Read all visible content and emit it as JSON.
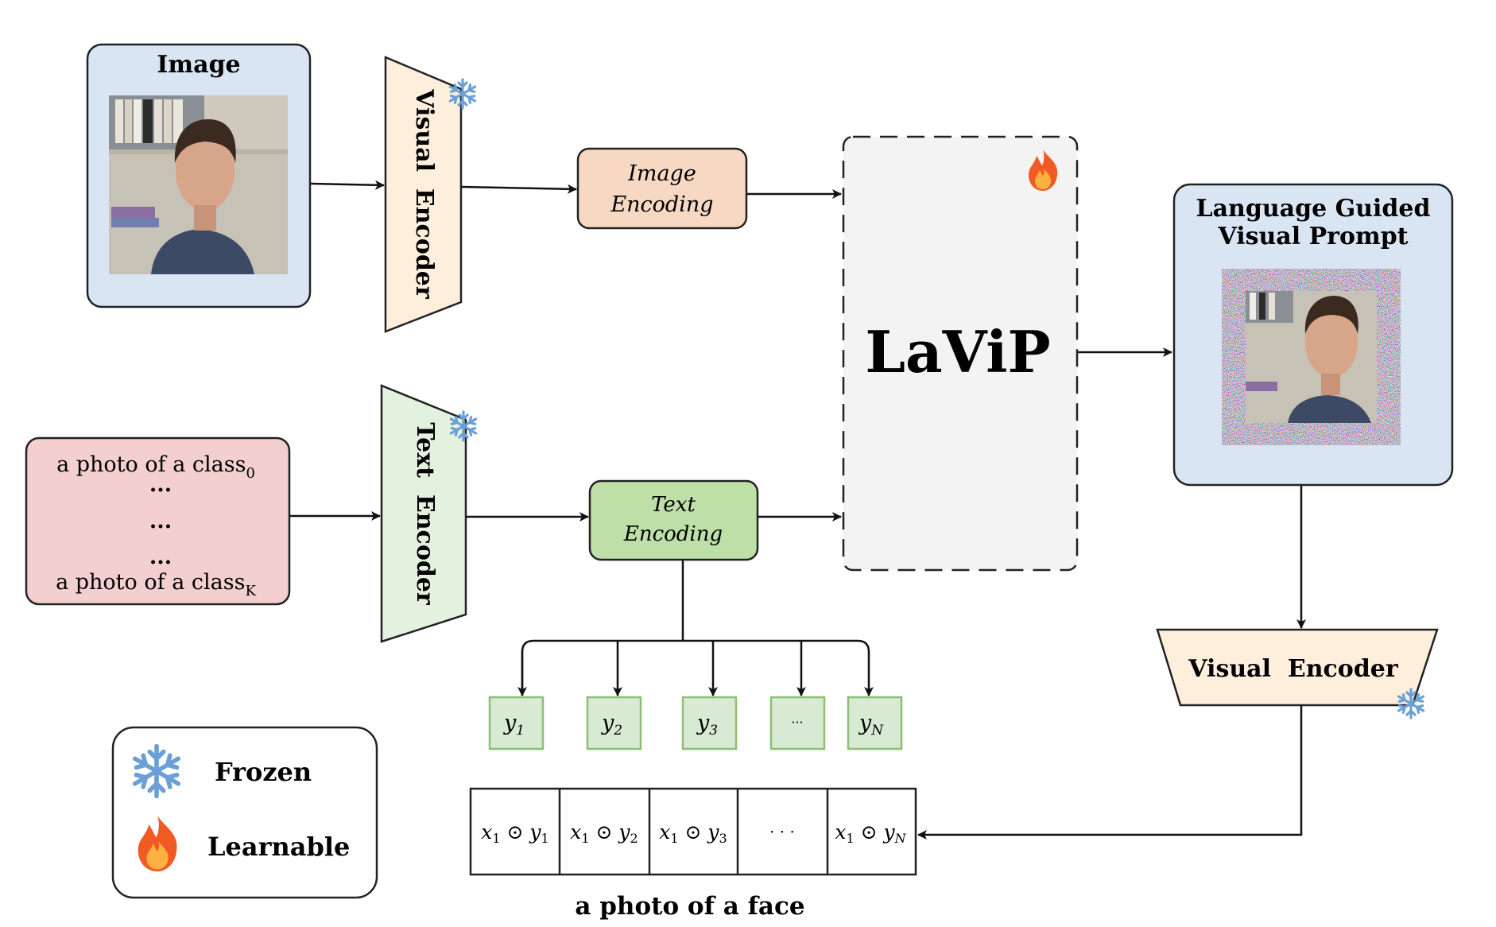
{
  "image_box": {
    "title": "Image"
  },
  "visual_encoder_top": {
    "label": "Visual  Encoder"
  },
  "text_encoder": {
    "label": "Text  Encoder"
  },
  "image_encoding": {
    "line1": "Image",
    "line2": "Encoding"
  },
  "text_encoding": {
    "line1": "Text",
    "line2": "Encoding"
  },
  "prompts_box": {
    "line_first": "a photo of a class",
    "sub_first": "0",
    "dots": [
      "...",
      "...",
      "..."
    ],
    "line_last": "a photo of a class",
    "sub_last": "K"
  },
  "laVip": {
    "label": "LaViP"
  },
  "prompt_box": {
    "title_line1": "Language Guided",
    "title_line2": "Visual Prompt"
  },
  "visual_encoder_bottom": {
    "label": "Visual  Encoder"
  },
  "y_tokens": [
    {
      "base": "y",
      "sub": "1"
    },
    {
      "base": "y",
      "sub": "2"
    },
    {
      "base": "y",
      "sub": "3"
    },
    {
      "base": "···",
      "sub": ""
    },
    {
      "base": "y",
      "sub": "N"
    }
  ],
  "products": [
    {
      "x": "x",
      "xs": "1",
      "op": " ⊙ ",
      "y": "y",
      "ys": "1"
    },
    {
      "x": "x",
      "xs": "1",
      "op": " ⊙ ",
      "y": "y",
      "ys": "2"
    },
    {
      "x": "x",
      "xs": "1",
      "op": " ⊙ ",
      "y": "y",
      "ys": "3"
    },
    {
      "dots": "· · ·"
    },
    {
      "x": "x",
      "xs": "1",
      "op": " ⊙ ",
      "y": "y",
      "ys": "N"
    }
  ],
  "caption": "a photo of a face",
  "legend": {
    "frozen": "Frozen",
    "learnable": "Learnable"
  },
  "colors": {
    "image_box": "#dae5f4",
    "visual_encoder": "#fdefdb",
    "text_encoder": "#e3f1df",
    "image_encoding": "#f7d9c3",
    "text_encoding": "#bfdfa8",
    "prompts_box": "#f3cfcf",
    "lavip_fill": "#f3f3f3",
    "prompt_box": "#dae5f4",
    "token_fill": "#d8ead3",
    "token_stroke": "#8cbf72",
    "snowflake": "#6a9fd8",
    "flame_outer": "#f15a24",
    "flame_inner": "#fbb040"
  }
}
